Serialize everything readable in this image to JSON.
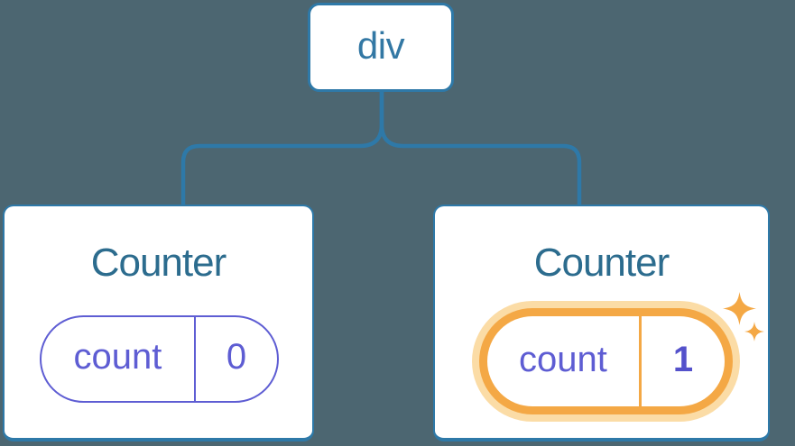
{
  "tree": {
    "root": {
      "label": "div"
    },
    "children": [
      {
        "title": "Counter",
        "state_key": "count",
        "state_value": "0",
        "highlighted": false
      },
      {
        "title": "Counter",
        "state_key": "count",
        "state_value": "1",
        "highlighted": true
      }
    ]
  },
  "icons": {
    "sparkle_large": "sparkle-icon",
    "sparkle_small": "sparkle-icon"
  },
  "colors": {
    "background": "#4C6671",
    "tree_blue": "#2E79A8",
    "root_label_blue": "#3378A4",
    "title_blue": "#2C6C8E",
    "state_purple": "#5E5DD3",
    "state_value_purple": "#5451CB",
    "highlight_orange": "#F4A845",
    "highlight_halo": "#FBDCA6",
    "card_bg": "#FFFFFF"
  }
}
